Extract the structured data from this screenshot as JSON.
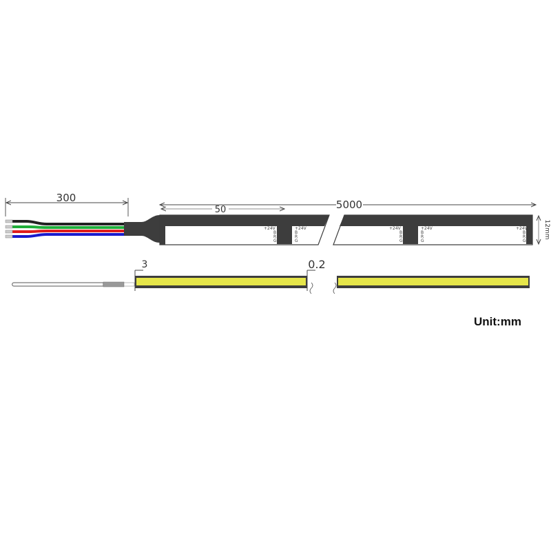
{
  "dimensions": {
    "lead_wire_length": "300",
    "strip_length": "5000",
    "cut_unit": "50",
    "strip_width": "12mm",
    "side_height": "3",
    "side_gap": "0.2"
  },
  "pads": {
    "voltage": "+24V",
    "channels": [
      "B",
      "R",
      "G"
    ]
  },
  "unit_label": "Unit:mm",
  "colors": {
    "strip_body": "#3d3d3d",
    "wire_black": "#222222",
    "wire_green": "#1fae3a",
    "wire_red": "#e01c1c",
    "wire_blue": "#1a1acc",
    "phosphor": "#e6e64a",
    "dimension_line": "#444444"
  }
}
